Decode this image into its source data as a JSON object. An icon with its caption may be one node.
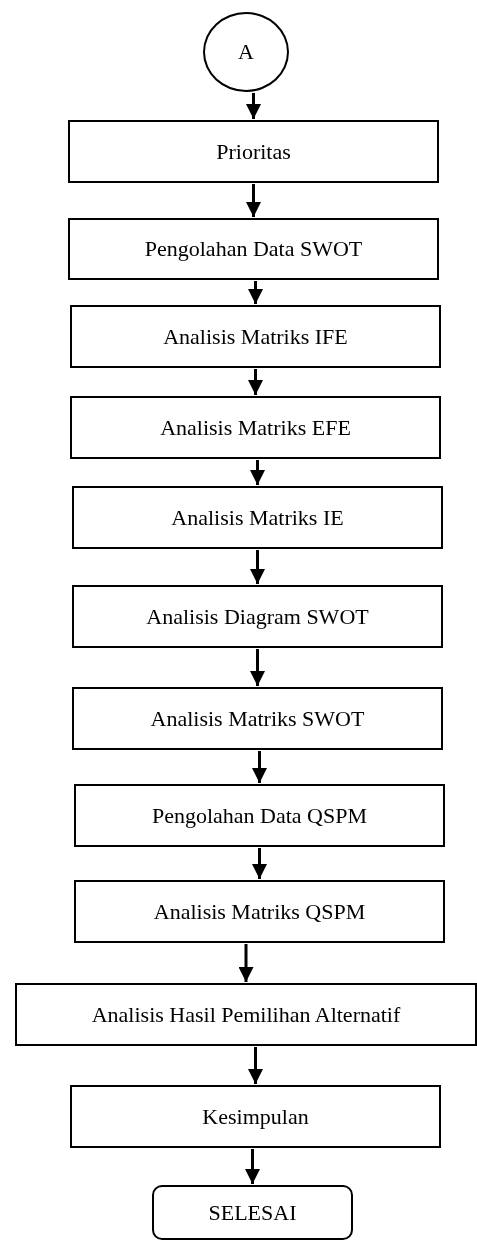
{
  "diagram": {
    "nodes": [
      {
        "text": [
          "A"
        ]
      },
      {
        "text": [
          "Prioritas"
        ]
      },
      {
        "text": [
          "Pengolahan Data SWOT"
        ]
      },
      {
        "text": [
          "Analisis Matriks IFE"
        ]
      },
      {
        "text": [
          "Analisis Matriks EFE"
        ]
      },
      {
        "text": [
          "Analisis Matriks IE"
        ]
      },
      {
        "text": [
          "Analisis Diagram SWOT"
        ]
      },
      {
        "text": [
          "Analisis Matriks SWOT"
        ]
      },
      {
        "text": [
          "Pengolahan Data QSPM"
        ]
      },
      {
        "text": [
          "Analisis Matriks QSPM"
        ]
      },
      {
        "text": [
          "Analisis Hasil Pemilihan Alternatif"
        ]
      },
      {
        "text": [
          "Kesimpulan"
        ]
      },
      {
        "text": [
          "SELESAI"
        ]
      }
    ],
    "edges": [
      {
        "from": 0,
        "to": 1,
        "arrow": "to"
      },
      {
        "from": 1,
        "to": 2,
        "arrow": "to"
      },
      {
        "from": 2,
        "to": 3,
        "arrow": "to"
      },
      {
        "from": 3,
        "to": 4,
        "arrow": "to"
      },
      {
        "from": 4,
        "to": 5,
        "arrow": "to"
      },
      {
        "from": 5,
        "to": 6,
        "arrow": "to"
      },
      {
        "from": 6,
        "to": 7,
        "arrow": "to"
      },
      {
        "from": 7,
        "to": 8,
        "arrow": "to"
      },
      {
        "from": 8,
        "to": 9,
        "arrow": "to"
      },
      {
        "from": 9,
        "to": 10,
        "arrow": "to"
      },
      {
        "from": 10,
        "to": 11,
        "arrow": "to"
      },
      {
        "from": 11,
        "to": 12,
        "arrow": "to"
      }
    ]
  }
}
